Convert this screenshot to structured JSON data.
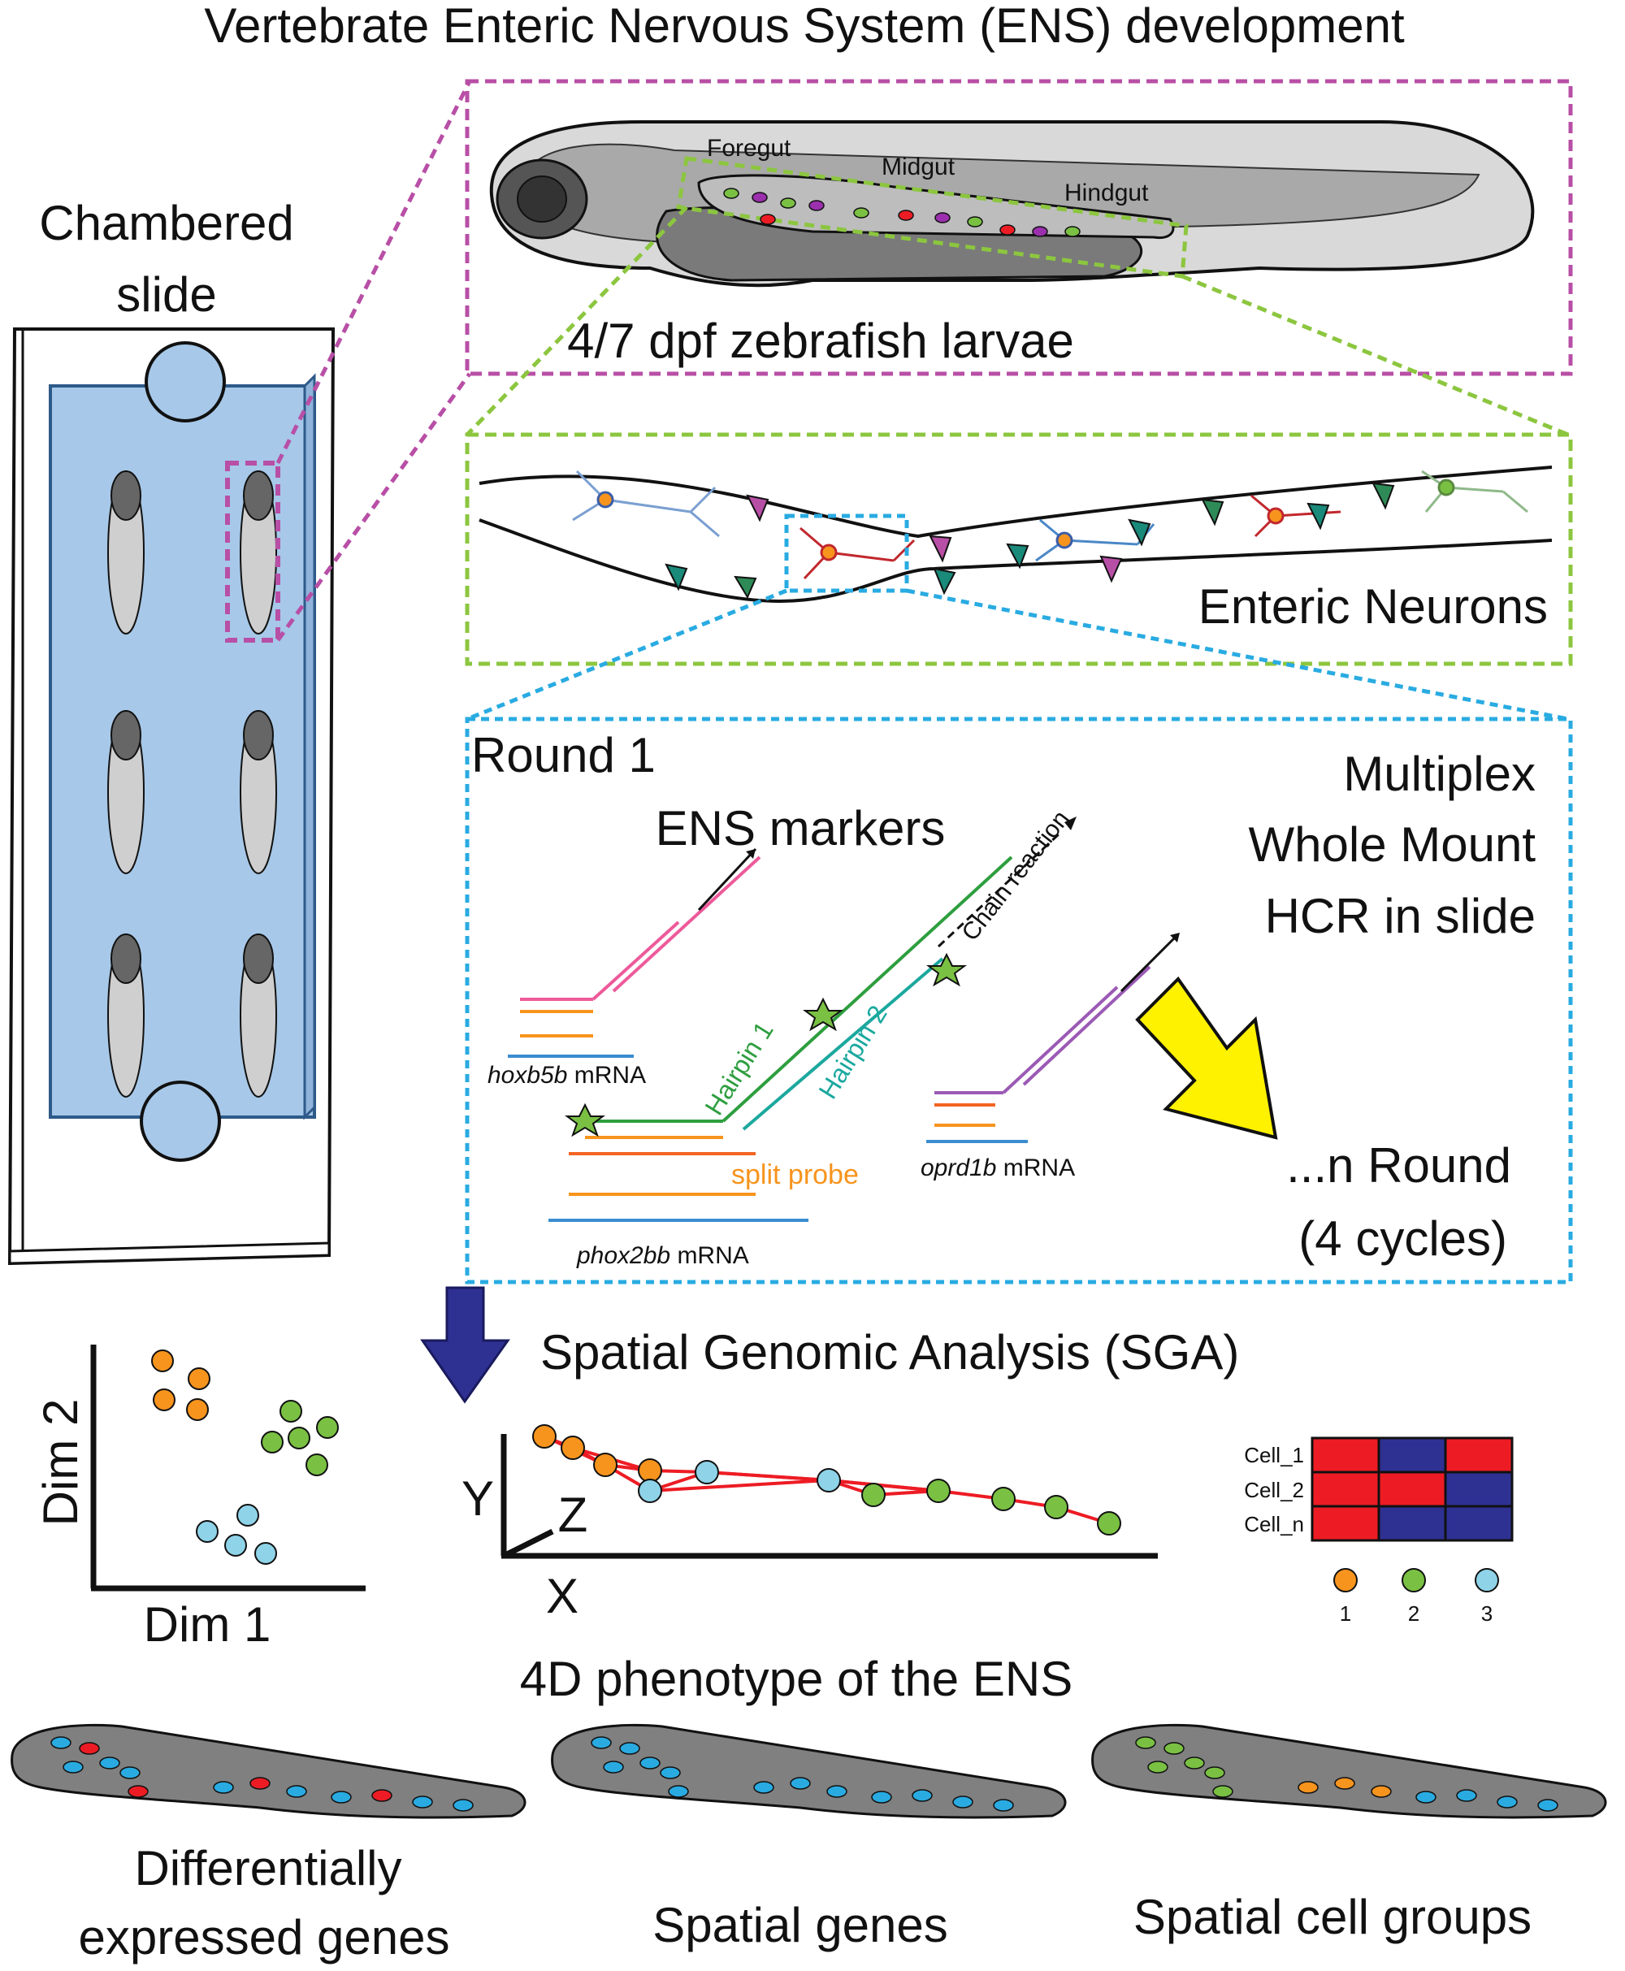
{
  "title": "Vertebrate Enteric Nervous System (ENS) development",
  "slide": {
    "label_line1": "Chambered",
    "label_line2": "slide"
  },
  "larva_panel": {
    "regions": [
      "Foregut",
      "Midgut",
      "Hindgut"
    ],
    "caption": "4/7 dpf zebrafish larvae"
  },
  "neurons_panel": {
    "caption": "Enteric Neurons"
  },
  "hcr_panel": {
    "round": "Round 1",
    "markers": "ENS markers",
    "chain_reaction": "Chain reaction",
    "hairpin1": "Hairpin 1",
    "hairpin2": "Hairpin 2",
    "split_probe": "split probe",
    "genes": [
      {
        "name": "hoxb5b",
        "suffix": " mRNA"
      },
      {
        "name": "phox2bb",
        "suffix": " mRNA"
      },
      {
        "name": "oprd1b",
        "suffix": " mRNA"
      }
    ],
    "method_line1": "Multiplex",
    "method_line2": "Whole Mount",
    "method_line3": "HCR in slide",
    "rounds_line1": "...n Round",
    "rounds_line2": "(4 cycles)"
  },
  "sga": {
    "title": "Spatial Genomic Analysis (SGA)",
    "dim_x": "Dim 1",
    "dim_y": "Dim 2",
    "axis_x": "X",
    "axis_y": "Y",
    "axis_z": "Z",
    "cells": [
      "Cell_1",
      "Cell_2",
      "Cell_n"
    ],
    "groups": [
      "1",
      "2",
      "3"
    ]
  },
  "phenotype": {
    "title": "4D phenotype of the ENS",
    "outputs": [
      {
        "line1": "Differentially",
        "line2": "expressed genes"
      },
      {
        "line1": "Spatial genes",
        "line2": ""
      },
      {
        "line1": "Spatial cell groups",
        "line2": ""
      }
    ]
  },
  "colors": {
    "magenta_box": "#b84fa6",
    "green_box": "#8cc63f",
    "blue_box": "#29abe2",
    "slide_fill": "#a7c8e8",
    "orange": "#f7941d",
    "green": "#7ac143",
    "cyan": "#8fd3e8",
    "red": "#ed1c24",
    "navy": "#2e3192",
    "yellow": "#fff200"
  }
}
